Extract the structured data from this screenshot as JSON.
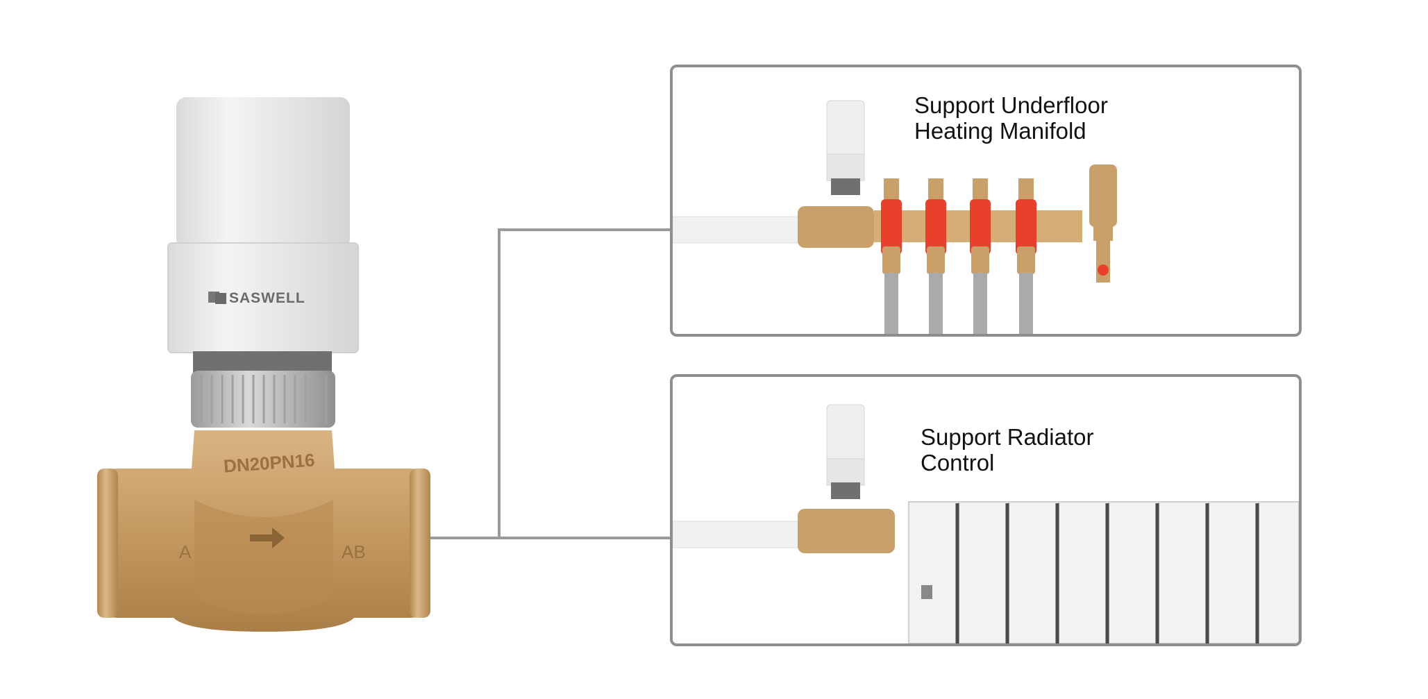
{
  "product": {
    "brand_label": "SASWELL",
    "body_marking": "DN20PN16",
    "port_left": "A",
    "port_right": "AB"
  },
  "panels": [
    {
      "caption": "Support Underfloor\nHeating Manifold"
    },
    {
      "caption": "Support Radiator\nControl"
    }
  ],
  "colors": {
    "frame": "#8e8e8e",
    "brass": "#c9a06a",
    "actuator": "#e9eaeb",
    "manifold_red": "#e8402a"
  }
}
